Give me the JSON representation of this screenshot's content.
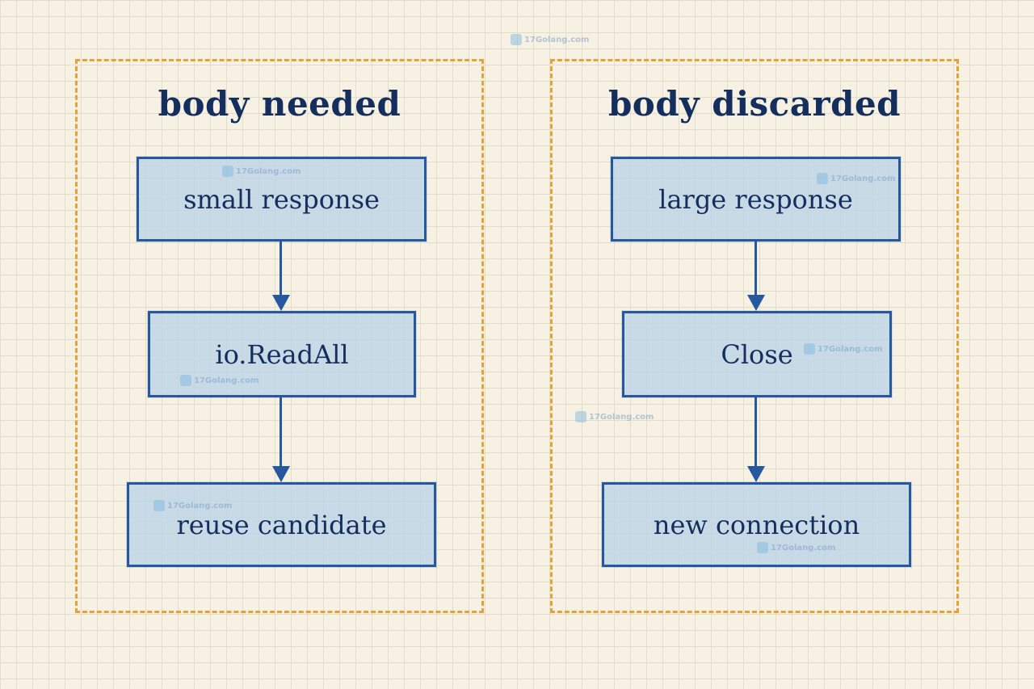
{
  "panels": {
    "left": {
      "title": "body needed",
      "nodes": [
        "small response",
        "io.ReadAll",
        "reuse candidate"
      ]
    },
    "right": {
      "title": "body discarded",
      "nodes": [
        "large response",
        "Close",
        "new connection"
      ]
    }
  },
  "watermark": {
    "text": "17Golang.com"
  },
  "colors": {
    "panel_border": "#e3a23a",
    "node_border": "#2658a0",
    "node_fill": "#bed4e8",
    "text": "#142f5e",
    "background": "#f6f1e3"
  }
}
